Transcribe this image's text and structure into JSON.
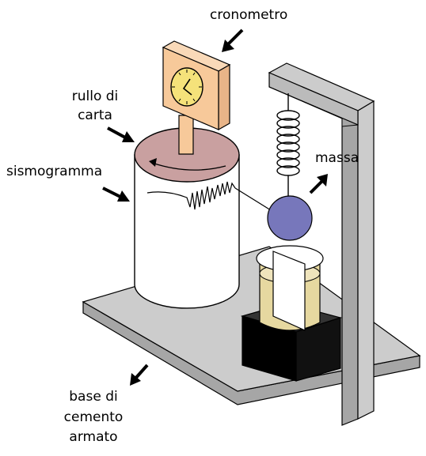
{
  "labels": {
    "chronometer": "cronometro",
    "paper_roll_line1": "rullo di",
    "paper_roll_line2": "carta",
    "seismogram": "sismogramma",
    "mass": "massa",
    "base_line1": "base di",
    "base_line2": "cemento",
    "base_line3": "armato"
  },
  "colors": {
    "stroke": "#000000",
    "base_plate": "#cccccc",
    "base_plate_side": "#a6a6a6",
    "stand": "#cccccc",
    "stand_side": "#a6a6a6",
    "drum": "#ffffff",
    "drum_top": "#c9a0a0",
    "clock_box": "#f7c99a",
    "clock_face": "#f5e27a",
    "clock_post": "#f7c99a",
    "mass": "#7777bb",
    "cup": "#e6d8a0",
    "pedestal": "#000000"
  },
  "icons": {
    "arrow": "arrow-pointer-icon",
    "clock": "clock-face-icon",
    "spring": "spring-icon"
  }
}
